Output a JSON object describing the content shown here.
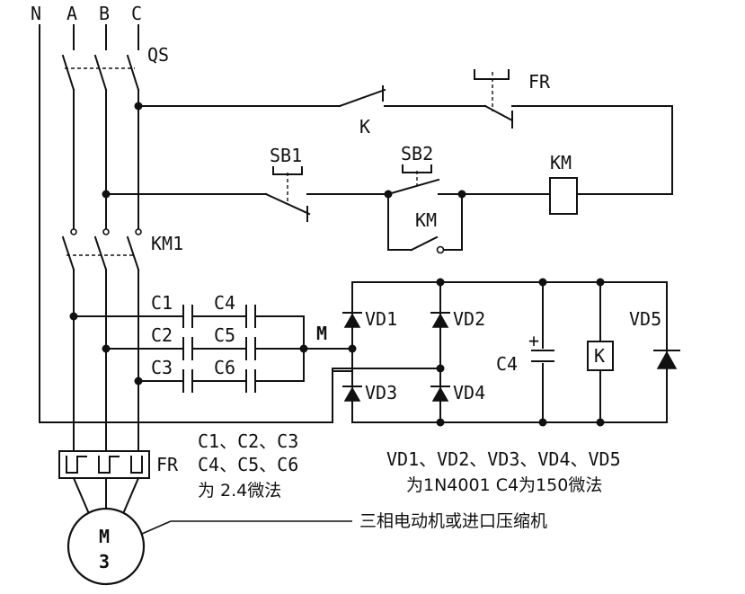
{
  "phases": {
    "n": "N",
    "a": "A",
    "b": "B",
    "c": "C"
  },
  "switches": {
    "qs": "QS",
    "km1": "KM1",
    "k": "K",
    "fr_contact": "FR",
    "sb1": "SB1",
    "sb2": "SB2",
    "km_aux": "KM",
    "km_coil": "KM"
  },
  "capacitors": {
    "c1": "C1",
    "c2": "C2",
    "c3": "C3",
    "c4": "C4",
    "c5": "C5",
    "c6": "C6",
    "c4_dc": "C4",
    "plus": "+"
  },
  "node_m": "M",
  "diodes": {
    "vd1": "VD1",
    "vd2": "VD2",
    "vd3": "VD3",
    "vd4": "VD4",
    "vd5": "VD5"
  },
  "relay": "K",
  "fr_relay": "FR",
  "motor": {
    "line1": "M",
    "line2": "3"
  },
  "notes": {
    "caps_line1": "C1、C2、C3",
    "caps_line2": "C4、C5、C6",
    "caps_line3": "为 2.4微法",
    "diodes_line1": "VD1、VD2、VD3、VD4、VD5",
    "diodes_line2": "为1N4001  C4为150微法",
    "motor_callout": "三相电动机或进口压缩机"
  }
}
